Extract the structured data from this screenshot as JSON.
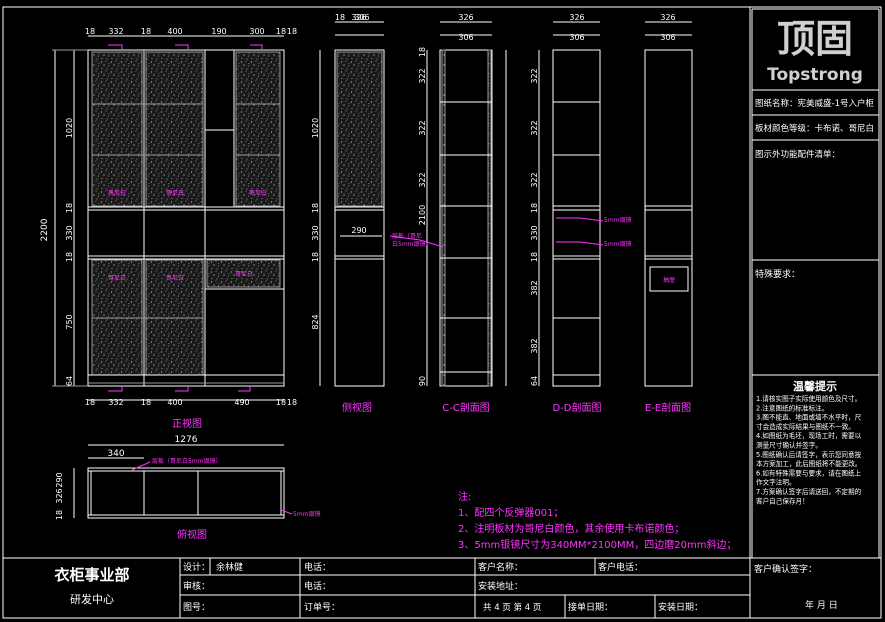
{
  "brand": {
    "cn": "顶固",
    "en": "Topstrong"
  },
  "side_panel": {
    "drawing_name": "图纸名称：宪美威盛-1号入户柜",
    "board_colors": "板材颜色等级：卡布诺、哥尼白",
    "parts_list": "图示外功能配件清单：",
    "special": "特殊要求：",
    "tips_title": "温馨提示",
    "tips": [
      "1.请核实图子实际使用颜色及尺寸。",
      "2.注意图纸的标准标注。",
      "3.图不能直、地面或墙不水平时，尺寸会造成实际结果与图纸不一致。",
      "4.如图纸为毛坯，现场工时，需要以测量尺寸确认并签字。",
      "5.图纸确认后请签字，表示您同意按本方案加工，此后图纸将不能更改。",
      "6.如有特殊需要与要求，请在图纸上作文字注明。",
      "7.方案确认签字后请送回，不定期的客户自己保存月！"
    ],
    "customer_sign": "客户确认签字：",
    "date_line": "年   月   日"
  },
  "views": {
    "front_caption": "正视图",
    "side_caption": "侧视图",
    "cc_caption": "C-C剖面图",
    "dd_caption": "D-D剖面图",
    "ee_caption": "E-E剖面图",
    "top_caption": "俯视图"
  },
  "dims": {
    "front_top": [
      "18",
      "332",
      "18",
      "400",
      "190",
      "300",
      "18",
      "18"
    ],
    "front_bottom": [
      "18",
      "332",
      "18",
      "400",
      "490",
      "18",
      "18"
    ],
    "front_left": [
      "1020",
      "18",
      "330",
      "18",
      "750",
      "64"
    ],
    "front_total": "2200",
    "side_top": [
      "326",
      "18",
      "306"
    ],
    "side_left": [
      "1020",
      "18",
      "330",
      "18",
      "824"
    ],
    "side_inner": "290",
    "cc_top": [
      "326",
      "306"
    ],
    "cc_left": [
      "18",
      "322",
      "322",
      "322",
      "2100",
      "90"
    ],
    "dd_top": [
      "326",
      "306"
    ],
    "dd_left": [
      "322",
      "322",
      "322",
      "18",
      "330",
      "18",
      "382",
      "382",
      "64"
    ],
    "ee_top": [
      "326",
      "306"
    ],
    "top_width": "1276",
    "top_sub": "340",
    "top_left": [
      "326",
      "290",
      "18"
    ]
  },
  "annotations": {
    "front_tags": [
      "哥尼白",
      "哥尼白",
      "哥尼白",
      "哥尼白",
      "哥尼白",
      "哥尼白"
    ],
    "cc_note_1": "层板（哥尼",
    "cc_note_2": "白5mm银镜)",
    "dd_note_1": "5mm银镜",
    "dd_note_2": "5mm银镜",
    "ee_tag": "抽屉",
    "top_note": "层板（哥尼白5mm银镜）",
    "top_mirror": "5mm银镜"
  },
  "notes": {
    "title": "注:",
    "lines": [
      "1、配四个反弹器001；",
      "2、注明板材为哥尼白颜色，其余使用卡布诺颜色；",
      "3、5mm银镜尺寸为340MM*2100MM，四边磨20mm斜边；"
    ]
  },
  "title_block": {
    "dept": "衣柜事业部",
    "center": "研发中心",
    "designer_label": "设计：",
    "designer_name": "余林健",
    "reviewer_label": "审核：",
    "drawing_no_label": "图号：",
    "phone_label": "电话：",
    "phone2_label": "电话：",
    "order_label": "订单号：",
    "customer_name_label": "客户名称：",
    "customer_phone_label": "客户电话：",
    "install_addr_label": "安装地址：",
    "sheets": "共 4 页  第 4 页",
    "order_date_label": "接单日期：",
    "install_date_label": "安装日期："
  }
}
